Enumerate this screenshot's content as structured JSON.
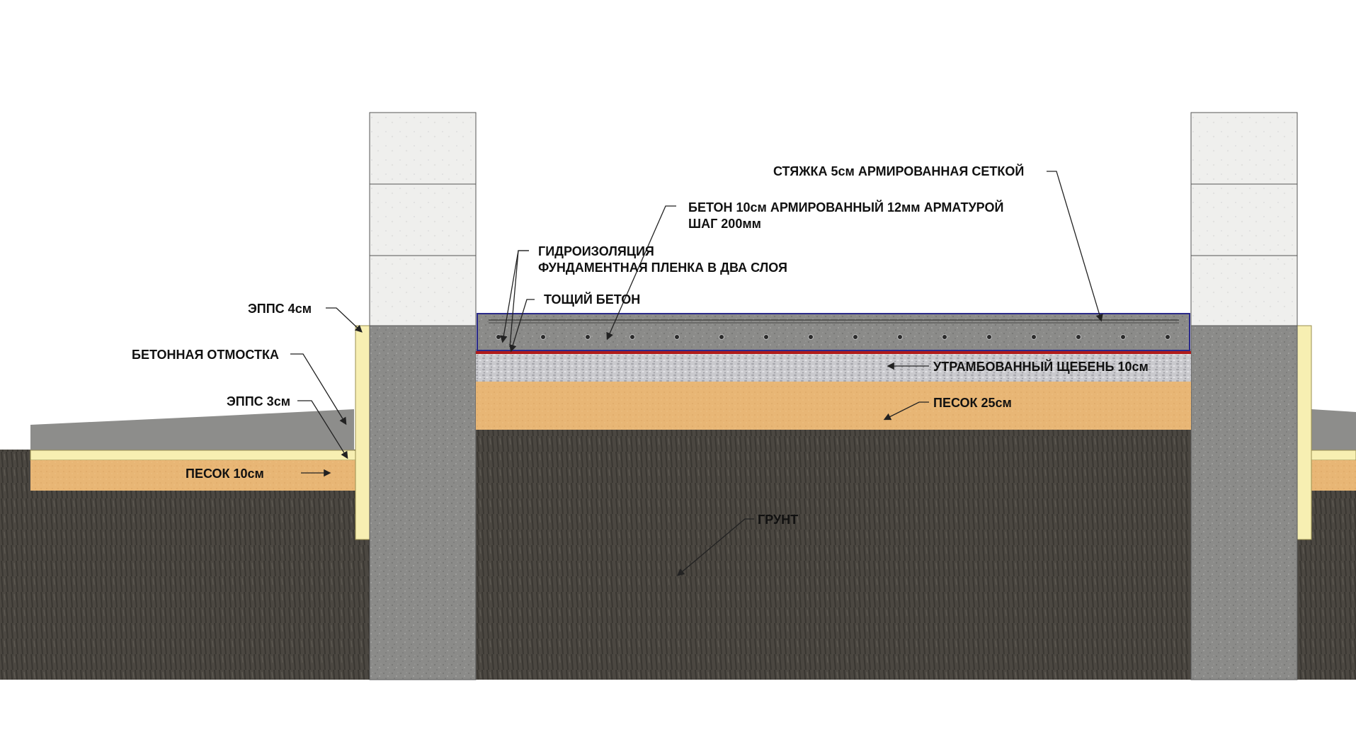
{
  "labels": {
    "screed": "СТЯЖКА 5см АРМИРОВАННАЯ СЕТКОЙ",
    "concrete_line1": "БЕТОН 10см АРМИРОВАННЫЙ 12мм АРМАТУРОЙ",
    "concrete_line2": "ШАГ 200мм",
    "waterproof_line1": "ГИДРОИЗОЛЯЦИЯ",
    "waterproof_line2": "ФУНДАМЕНТНАЯ ПЛЕНКА В ДВА СЛОЯ",
    "lean_concrete": "ТОЩИЙ БЕТОН",
    "eps_4": "ЭППС 4см",
    "blind_area": "БЕТОННАЯ ОТМОСТКА",
    "eps_3": "ЭППС 3см",
    "sand_10": "ПЕСОК 10см",
    "gravel": "УТРАМБОВАННЫЙ ЩЕБЕНЬ 10см",
    "sand_25": "ПЕСОК 25см",
    "soil": "ГРУНТ"
  },
  "colors": {
    "soil": "#4a4640",
    "foundation_concrete": "#8a8a88",
    "block": "#eeeeec",
    "sand": "#e9b877",
    "eps": "#f7efb2",
    "gravel": "#c8c8cc",
    "slab": "#7a7a78",
    "waterproofing": "#b01a1a",
    "slab_outline": "#2a2a8a",
    "blind_area": "#8c8c8a"
  }
}
